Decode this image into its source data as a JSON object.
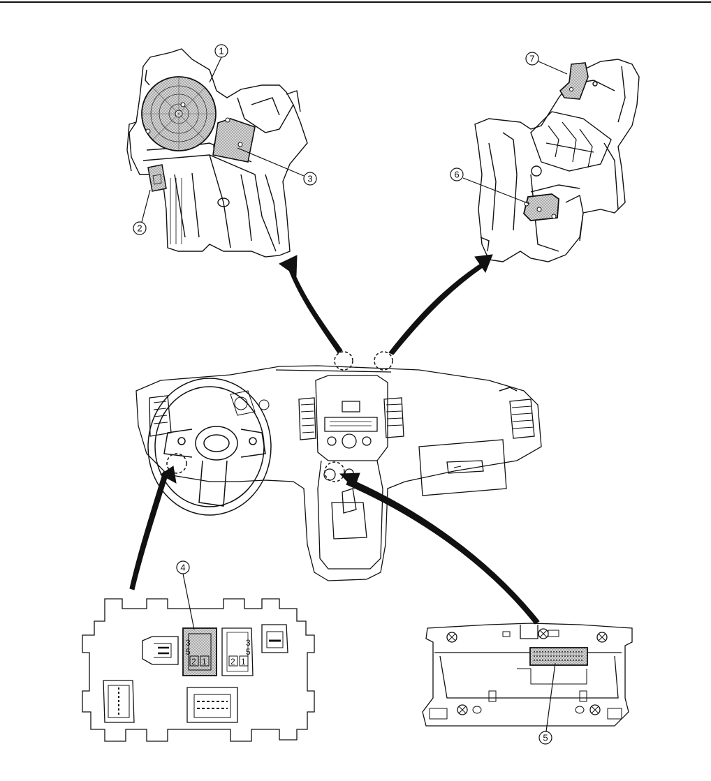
{
  "callouts": [
    {
      "id": "1",
      "label": "1"
    },
    {
      "id": "2",
      "label": "2"
    },
    {
      "id": "3",
      "label": "3"
    },
    {
      "id": "4",
      "label": "4"
    },
    {
      "id": "5",
      "label": "5"
    },
    {
      "id": "6",
      "label": "6"
    },
    {
      "id": "7",
      "label": "7"
    }
  ],
  "connector_pins": {
    "left": [
      "3",
      "5",
      "2",
      "1"
    ],
    "right": [
      "3",
      "5",
      "2",
      "1"
    ]
  },
  "colors": {
    "line": "#111111",
    "shade": "#b8b8b8",
    "background": "#ffffff"
  }
}
